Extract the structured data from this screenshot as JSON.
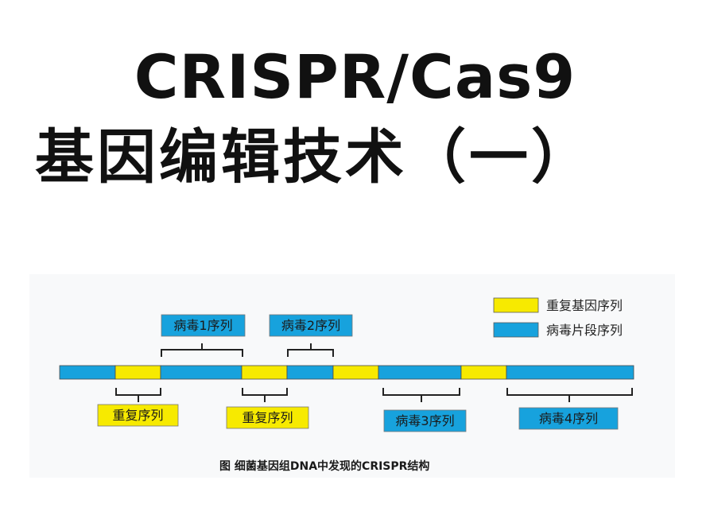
{
  "title": {
    "line1": "CRISPR/Cas9",
    "line2": "基因编辑技术（一）"
  },
  "figure": {
    "caption": "图  细菌基因组DNA中发现的CRISPR结构",
    "legend": [
      {
        "label": "重复基因序列",
        "color": "#f7ea00"
      },
      {
        "label": "病毒片段序列",
        "color": "#17a2dd"
      }
    ],
    "labels": {
      "virus1": "病毒1序列",
      "virus2": "病毒2序列",
      "virus3": "病毒3序列",
      "virus4": "病毒4序列",
      "repeat_a": "重复序列",
      "repeat_b": "重复序列"
    }
  }
}
